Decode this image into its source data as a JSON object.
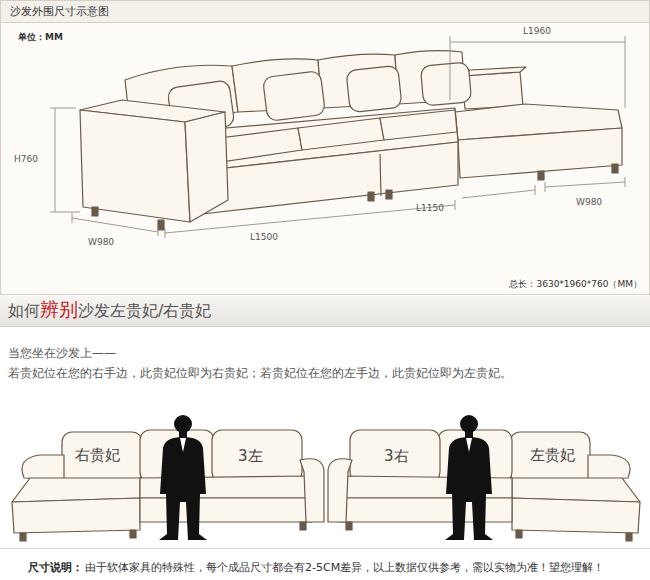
{
  "diagram": {
    "title": "沙发外围尺寸示意图",
    "labels": [
      "单位：MM",
      "L1960",
      "H760",
      "L1150",
      "W980",
      "W980",
      "L1500",
      "总长：3630*1960*760（MM）",
      "如何",
      "辨别",
      "沙发左贵妃/右贵妃",
      "当您坐在沙发上——",
      "若贵妃位在您的右手边，此贵妃位即为右贵妃；若贵妃位在您的左手边，此贵妃位即为左贵妃。",
      "右贵妃",
      "3左",
      "3右",
      "左贵妃",
      "尺寸说明：",
      "由于软体家具的特殊性，每个成品尺寸都会有2-5CM差异，以上数据仅供参考，需以实物为准！望您理解！"
    ]
  }
}
